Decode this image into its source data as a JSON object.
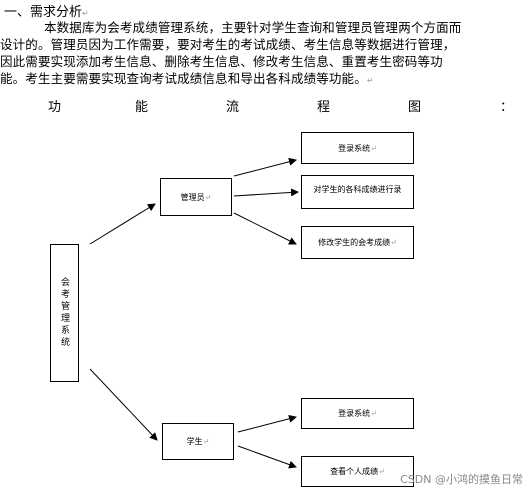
{
  "heading": "一、需求分析",
  "paragraph_lines": [
    "本数据库为会考成绩管理系统，主要针对学生查询和管理员管理两个方面而",
    "设计的。管理员因为工作需要，要对考生的考试成绩、考生信息等数据进行管理，",
    "因此需要实现添加考生信息、删除考生信息、修改考生信息、重置考生密码等功",
    "能。考生主要需要实现查询考试成绩信息和导出各科成绩等功能。"
  ],
  "paragraph_mark": "↵",
  "flow_title_chars": [
    "功",
    "能",
    "流",
    "程",
    "图",
    "："
  ],
  "nodes": {
    "system": "会考管理系统",
    "admin": "管理员",
    "student": "学生",
    "admin_login": "登录系统",
    "admin_record": "对学生的各科成绩进行录",
    "admin_modify": "修改学生的会考成绩",
    "student_login": "登录系统",
    "student_view": "查看个人成绩"
  },
  "watermark": "CSDN @小鸿的摸鱼日常"
}
